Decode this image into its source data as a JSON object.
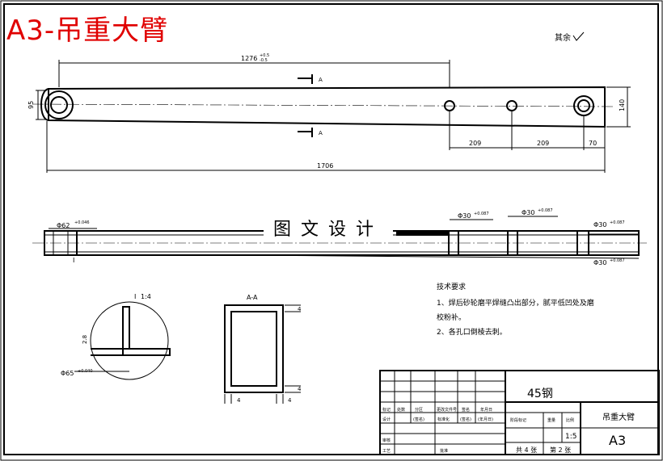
{
  "sheet": {
    "title": "A3-吊重大臂",
    "watermark": "图文设计",
    "roughness_note": "其余"
  },
  "dims": {
    "hole_spacing_total": "1276",
    "hole_tol_upper": "+0.5",
    "hole_tol_lower": "-0.5",
    "left_height": "95",
    "right_height": "140",
    "overall_length": "1706",
    "spacing_a": "209",
    "spacing_b": "209",
    "end_offset": "70",
    "section_label": "A",
    "bore_left": "Φ62",
    "bore_left_tol": "+0.046",
    "bore_mid1": "Φ30",
    "bore_mid2": "Φ30",
    "bore_right_top": "Φ30",
    "bore_right_bottom": "Φ30",
    "bore_tol": "+0.087",
    "weld_ref": "I"
  },
  "detail_i": {
    "label": "I",
    "scale": "1:4",
    "diameter": "Φ65",
    "dia_tol": "+0.040",
    "thk": "2.8"
  },
  "section_aa": {
    "label": "A-A",
    "wall": "4"
  },
  "notes": {
    "heading": "技术要求",
    "item1": "1、焊后砂轮磨平焊缝凸出部分，腻平低凹处及磨",
    "item1b": "校粉补。",
    "item2": "2、各孔口倒棱去刺。"
  },
  "title_block": {
    "material": "45钢",
    "drawing_name": "吊重大臂",
    "scale": "1:5",
    "drawing_no": "A3",
    "sheets": "共 4 张",
    "sheet_no": "第 2 张",
    "h_mark": "标记",
    "h_count": "处数",
    "h_zone": "分区",
    "h_change": "更改文件号",
    "h_sign": "签名",
    "h_date": "年月日",
    "h_design": "设计",
    "h_std": "标准化",
    "h_sign2": "(签名)",
    "h_date2": "(年月日)",
    "h_stage": "阶段标记",
    "h_weight": "重量",
    "h_ratio": "比例",
    "h_review": "审核",
    "h_process": "工艺",
    "h_approve": "批准"
  }
}
